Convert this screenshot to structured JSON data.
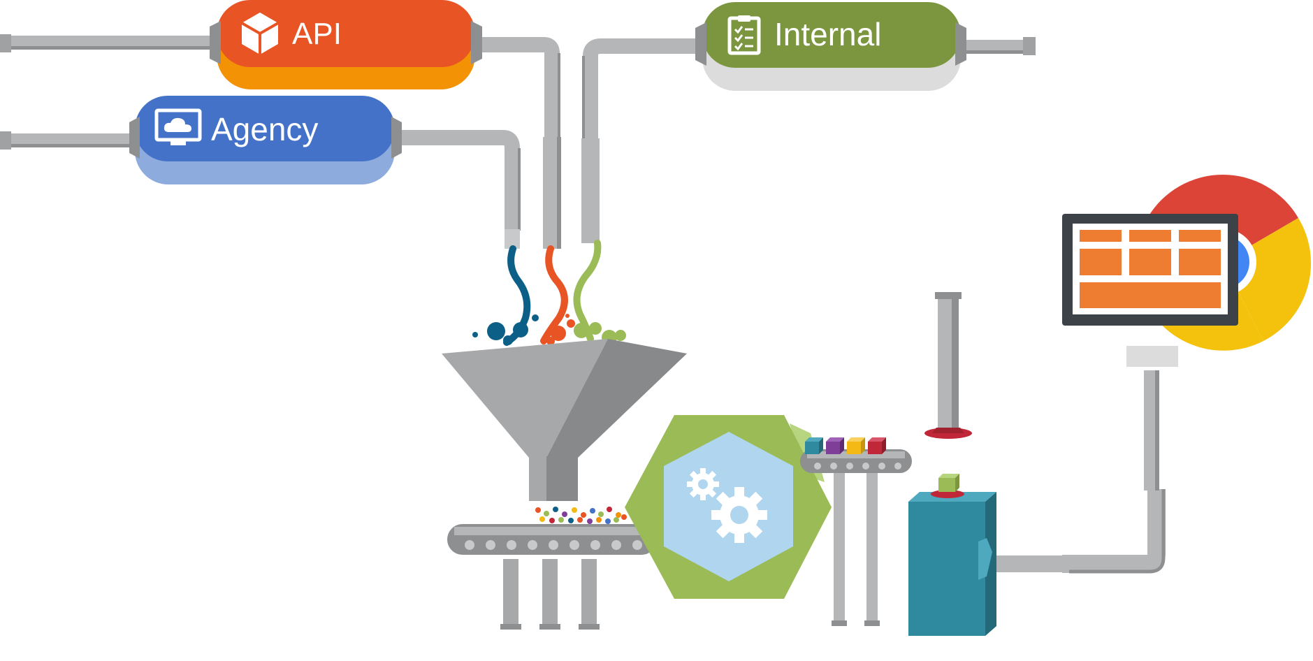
{
  "sources": [
    {
      "id": "api",
      "label": "API",
      "icon": "cube-icon",
      "color": "#E85424",
      "shadow_color": "#F39204"
    },
    {
      "id": "agency",
      "label": "Agency",
      "icon": "cloud-monitor-icon",
      "color": "#4472C8",
      "shadow_color": "#8EABDE"
    },
    {
      "id": "internal",
      "label": "Internal",
      "icon": "clipboard-checklist-icon",
      "color": "#7C9640",
      "shadow_color": "#DCDCDC"
    }
  ],
  "colors": {
    "pipe": "#B5B6B8",
    "pipe_dark": "#8E8F91",
    "funnel_light": "#A7A8AA",
    "funnel_dark": "#88898B",
    "conveyor": "#8E8F91",
    "hexagon_outer": "#9BBB57",
    "hexagon_inner": "#B0D6EF",
    "gear": "#FFFFFF",
    "output_box": "#2F8AA0",
    "output_box_dark": "#23697A",
    "monitor_frame": "#3D4148",
    "monitor_tile": "#EE7D32",
    "stream_blue": "#0C5F86",
    "stream_orange": "#E85424",
    "stream_green": "#9BBB57",
    "block_teal": "#2F8AA0",
    "block_purple": "#7F3F98",
    "block_yellow": "#F5B915",
    "block_red": "#C0283A",
    "block_green": "#9BBB57",
    "plunger_red": "#C0283A",
    "chrome_red": "#DB4437",
    "chrome_yellow": "#F4C20D",
    "chrome_green": "#0F9D58",
    "chrome_blue": "#4285F4"
  }
}
